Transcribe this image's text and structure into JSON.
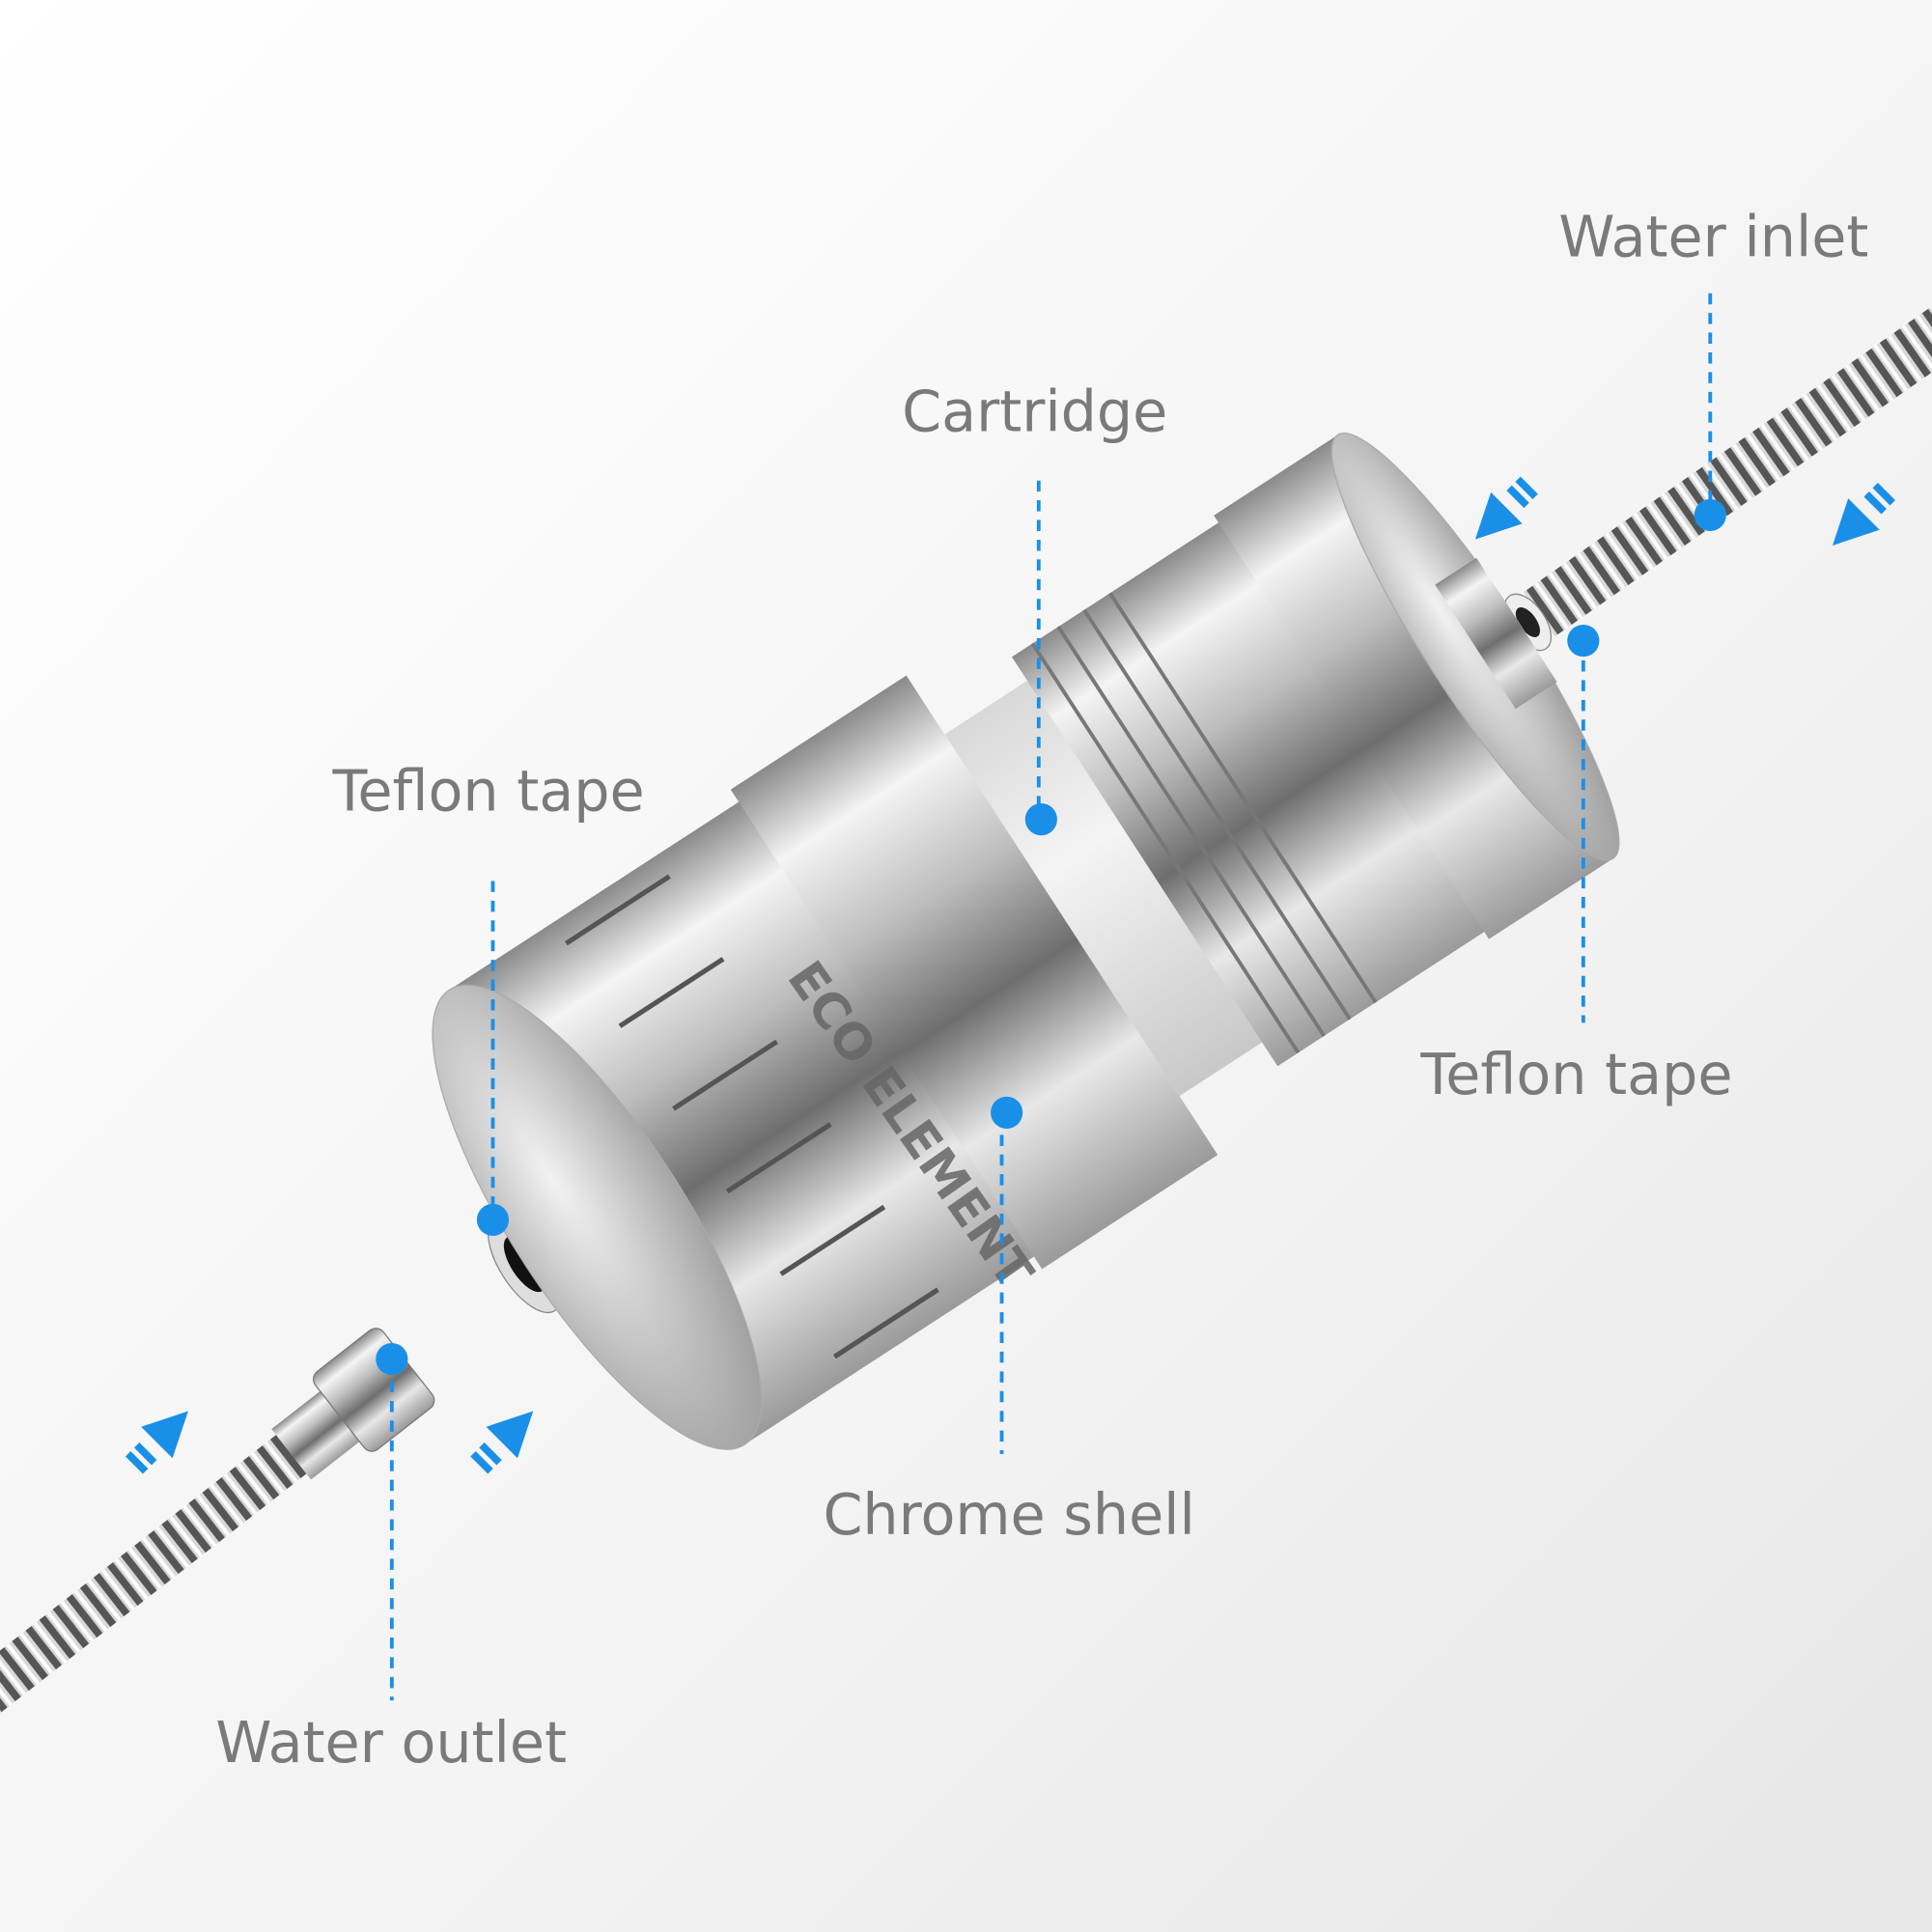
{
  "brand": "ECO ELEMENT",
  "labels": {
    "water_inlet": "Water inlet",
    "cartridge": "Cartridge",
    "teflon_tape_left": "Teflon tape",
    "teflon_tape_right": "Teflon tape",
    "chrome_shell": "Chrome shell",
    "water_outlet": "Water outlet"
  },
  "colors": {
    "accent": "#1a8fe8",
    "label": "#7a7a7a"
  }
}
